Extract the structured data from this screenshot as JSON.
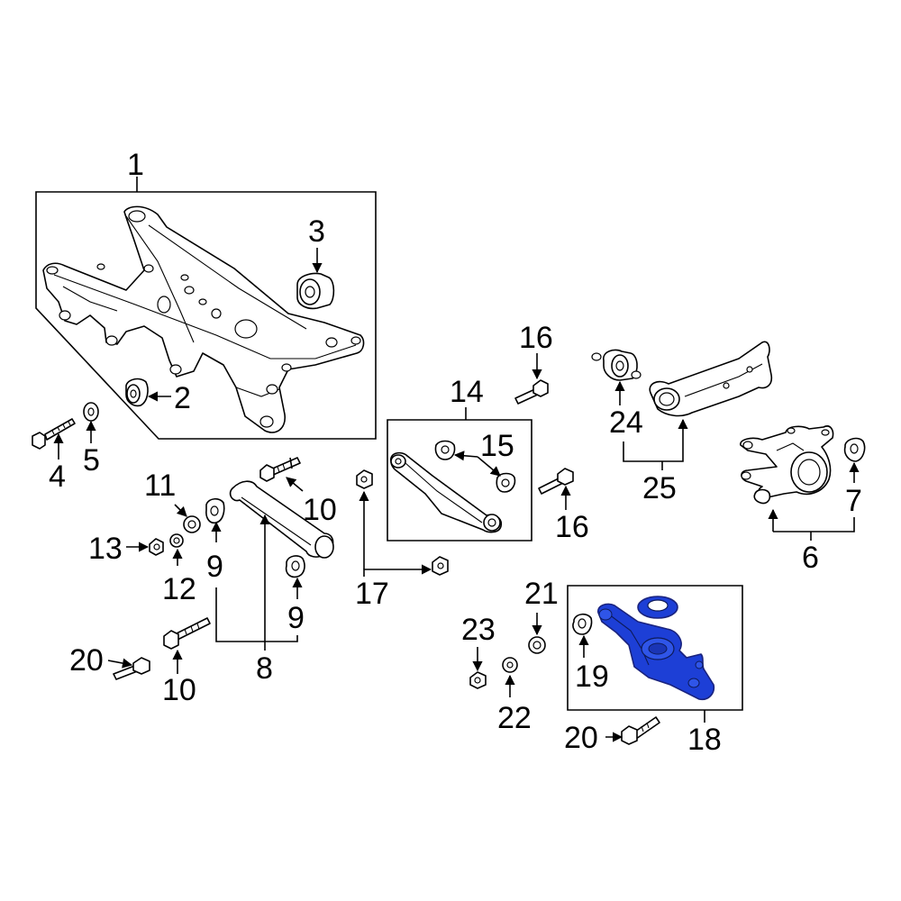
{
  "callouts": {
    "c1": "1",
    "c2": "2",
    "c3": "3",
    "c4": "4",
    "c5": "5",
    "c6": "6",
    "c7": "7",
    "c8": "8",
    "c9a": "9",
    "c9b": "9",
    "c10a": "10",
    "c10b": "10",
    "c11": "11",
    "c12": "12",
    "c13": "13",
    "c14": "14",
    "c15": "15",
    "c16a": "16",
    "c16b": "16",
    "c17": "17",
    "c18": "18",
    "c19": "19",
    "c20a": "20",
    "c20b": "20",
    "c21": "21",
    "c22": "22",
    "c23": "23",
    "c24": "24",
    "c25": "25"
  },
  "colors": {
    "highlight_part": "#1d3fd6",
    "highlight_outline": "#1a237e",
    "line": "#000000",
    "background": "#ffffff"
  }
}
